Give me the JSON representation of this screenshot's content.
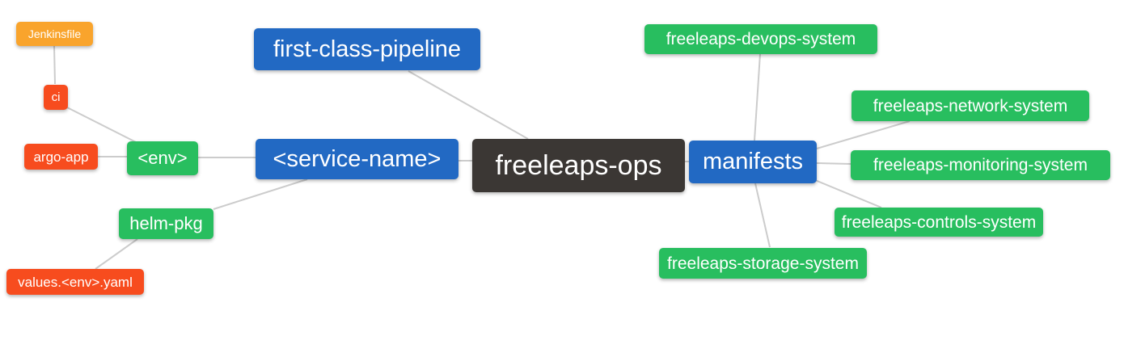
{
  "diagram": {
    "type": "mindmap",
    "root": "freeleaps_ops",
    "palette": {
      "blue": "#2269c3",
      "green": "#28be5f",
      "red": "#f74c1e",
      "orange": "#f9a42c",
      "dark": "#3b3734",
      "edge": "#cccccc",
      "text": "#ffffff",
      "background": "#ffffff"
    },
    "nodes": {
      "freeleaps_ops": {
        "label": "freeleaps-ops",
        "color": "dark"
      },
      "first_class_pipeline": {
        "label": "first-class-pipeline",
        "color": "blue"
      },
      "service_name": {
        "label": "<service-name>",
        "color": "blue"
      },
      "manifests": {
        "label": "manifests",
        "color": "blue"
      },
      "env": {
        "label": "<env>",
        "color": "green"
      },
      "helm_pkg": {
        "label": "helm-pkg",
        "color": "green"
      },
      "ci": {
        "label": "ci",
        "color": "red"
      },
      "argo_app": {
        "label": "argo-app",
        "color": "red"
      },
      "jenkinsfile": {
        "label": "Jenkinsfile",
        "color": "orange"
      },
      "values_env_yaml": {
        "label": "values.<env>.yaml",
        "color": "red"
      },
      "devops_system": {
        "label": "freeleaps-devops-system",
        "color": "green"
      },
      "network_system": {
        "label": "freeleaps-network-system",
        "color": "green"
      },
      "monitoring_system": {
        "label": "freeleaps-monitoring-system",
        "color": "green"
      },
      "controls_system": {
        "label": "freeleaps-controls-system",
        "color": "green"
      },
      "storage_system": {
        "label": "freeleaps-storage-system",
        "color": "green"
      }
    },
    "edges": [
      {
        "from": "jenkinsfile",
        "to": "ci"
      },
      {
        "from": "ci",
        "to": "env"
      },
      {
        "from": "argo_app",
        "to": "env"
      },
      {
        "from": "env",
        "to": "service_name"
      },
      {
        "from": "helm_pkg",
        "to": "service_name"
      },
      {
        "from": "helm_pkg",
        "to": "values_env_yaml"
      },
      {
        "from": "first_class_pipeline",
        "to": "freeleaps_ops"
      },
      {
        "from": "service_name",
        "to": "freeleaps_ops"
      },
      {
        "from": "freeleaps_ops",
        "to": "manifests"
      },
      {
        "from": "manifests",
        "to": "devops_system"
      },
      {
        "from": "manifests",
        "to": "network_system"
      },
      {
        "from": "manifests",
        "to": "monitoring_system"
      },
      {
        "from": "manifests",
        "to": "controls_system"
      },
      {
        "from": "manifests",
        "to": "storage_system"
      }
    ]
  }
}
